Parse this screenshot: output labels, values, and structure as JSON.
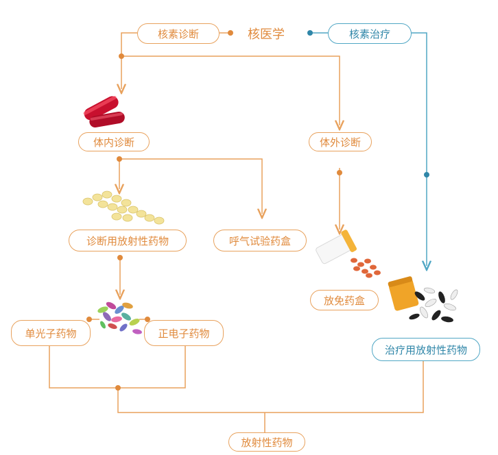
{
  "center_title": "核医学",
  "nodes": {
    "nuclide_diagnosis": "核素诊断",
    "nuclide_therapy": "核素治疗",
    "in_vivo_diagnosis": "体内诊断",
    "in_vitro_diagnosis": "体外诊断",
    "diagnostic_radiopharmaceuticals": "诊断用放射性药物",
    "breath_test_kit": "呼气试验药盒",
    "immunoassay_kit": "放免药盒",
    "single_photon_drugs": "单光子药物",
    "positron_drugs": "正电子药物",
    "therapeutic_radiopharmaceuticals": "治疗用放射性药物",
    "radiopharmaceuticals": "放射性药物"
  },
  "colors": {
    "orange": "#e08a3c",
    "orange_line": "#e8a15c",
    "blue": "#2f86a8",
    "blue_line": "#4fa6c4"
  }
}
